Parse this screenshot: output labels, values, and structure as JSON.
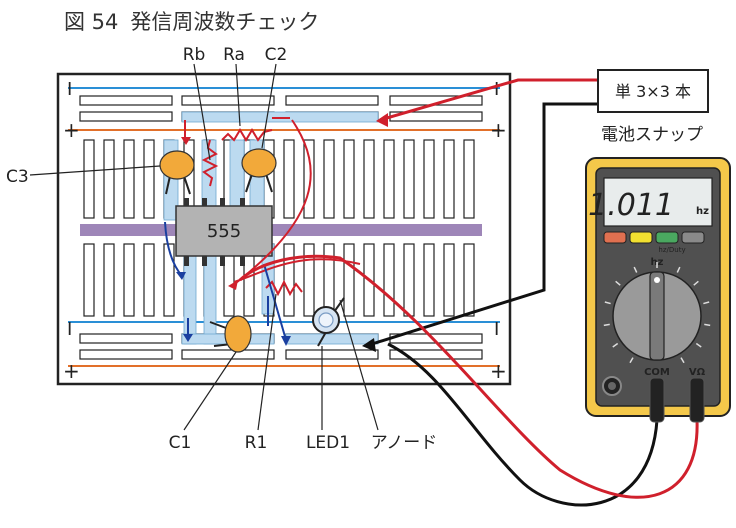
{
  "figure": {
    "number": "図 54",
    "title": "発信周波数チェック"
  },
  "breadboard": {
    "rail_minus_symbol": "I",
    "rail_plus_symbol": "+"
  },
  "ic_label": "555",
  "component_labels": {
    "rb": "Rb",
    "ra": "Ra",
    "c2": "C2",
    "c3": "C3",
    "c1": "C1",
    "r1": "R1",
    "led1": "LED1",
    "anode": "アノード"
  },
  "battery": {
    "label": "単 3×3 本",
    "snap_label": "電池スナップ"
  },
  "multimeter": {
    "display_value": "1.011",
    "display_unit": "hz",
    "mode_label": "hz/Duty",
    "dial_label": "hz",
    "port_com": "COM",
    "port_v": "VΩ",
    "button_colors": [
      "#e07050",
      "#f2e030",
      "#4aa860",
      "#8a8a8a"
    ]
  },
  "colors": {
    "rail_minus": "#2a8fd6",
    "rail_plus": "#e2702a",
    "wire_red": "#d0202c",
    "wire_blue": "#1a3fa0",
    "trace": "#bcdaf0",
    "capacitor": "#f2a93a",
    "center_divider": "#9e86b8"
  }
}
